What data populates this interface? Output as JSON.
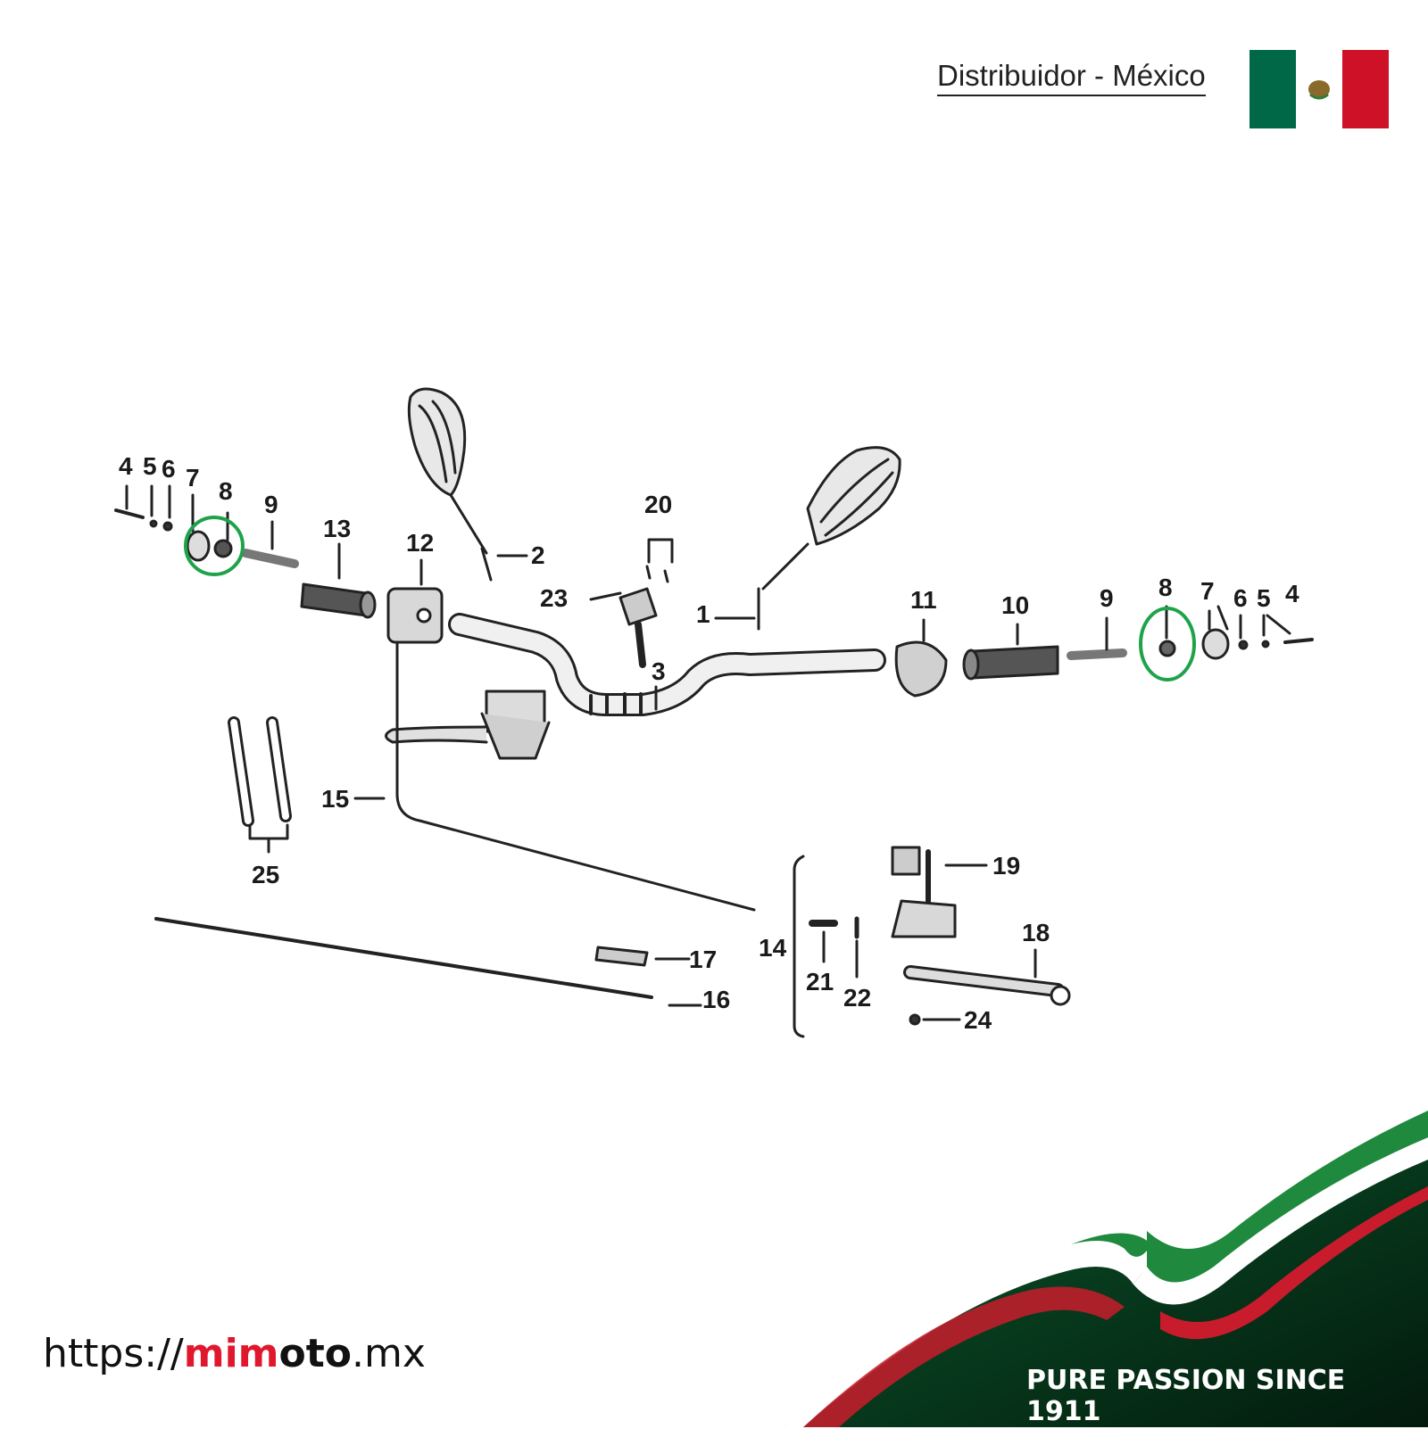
{
  "header": {
    "distributor_text": "Distribuidor - México"
  },
  "flag": {
    "colors": {
      "green": "#006847",
      "white": "#ffffff",
      "red": "#ce1126"
    }
  },
  "diagram": {
    "callouts": [
      "1",
      "2",
      "3",
      "4",
      "5",
      "6",
      "7",
      "8",
      "9",
      "10",
      "11",
      "12",
      "13",
      "14",
      "15",
      "16",
      "17",
      "18",
      "19",
      "20",
      "21",
      "22",
      "23",
      "24",
      "25"
    ],
    "highlight_color": "#1fa34a"
  },
  "footer": {
    "url_prefix": "https://",
    "url_brand_mi": "mi",
    "url_brand_m": "m",
    "url_brand_oto": "oto",
    "url_suffix": ".mx",
    "slogan": "PURE PASSION SINCE 1911"
  }
}
